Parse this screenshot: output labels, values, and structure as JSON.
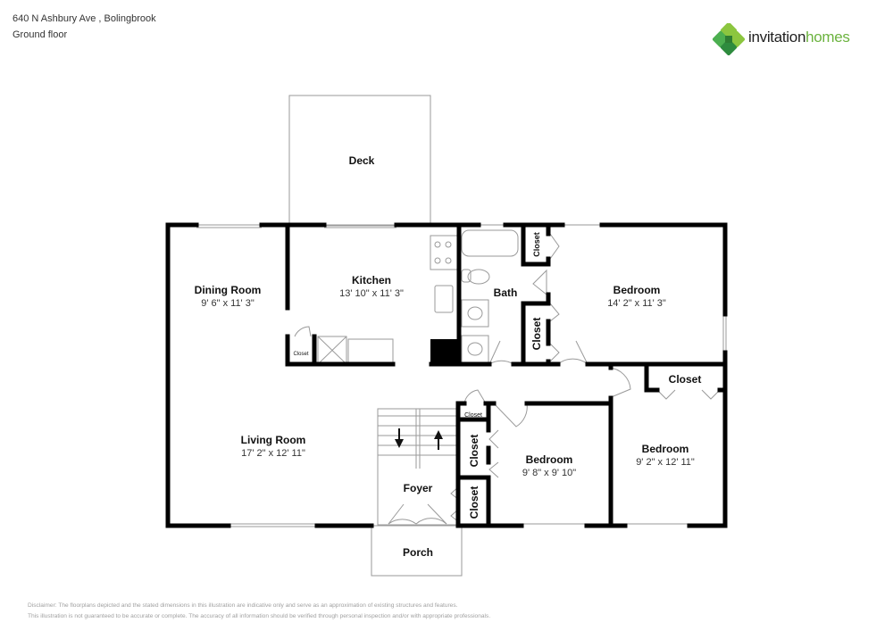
{
  "header": {
    "address": "640 N Ashbury Ave , Bolingbrook",
    "floor": "Ground floor"
  },
  "logo": {
    "word1": "invitation",
    "word2": "homes",
    "colors": {
      "dark": "#2e8b3e",
      "mid": "#4caf50",
      "light": "#8cc63f",
      "text": "#1f1f1f",
      "accent": "#6cb33f"
    }
  },
  "rooms": {
    "deck": {
      "name": "Deck"
    },
    "kitchen": {
      "name": "Kitchen",
      "dim": "13' 10\" x 11' 3\""
    },
    "dining": {
      "name": "Dining Room",
      "dim": "9' 6\" x 11' 3\""
    },
    "bath": {
      "name": "Bath"
    },
    "master": {
      "name": "Bedroom",
      "dim": "14' 2\" x 11' 3\""
    },
    "living": {
      "name": "Living Room",
      "dim": "17' 2\" x 12' 11\""
    },
    "bed2": {
      "name": "Bedroom",
      "dim": "9' 8\" x 9' 10\""
    },
    "bed3": {
      "name": "Bedroom",
      "dim": "9' 2\" x 12' 11\""
    },
    "foyer": {
      "name": "Foyer"
    },
    "porch": {
      "name": "Porch"
    },
    "closets": {
      "kitchen": "Closet",
      "bath_top": "Closet",
      "bath_bottom": "Closet",
      "hall": "Closet",
      "bed2_top": "Closet",
      "bed2_bottom": "Closet",
      "bed3": "Closet"
    }
  },
  "disclaimer": {
    "line1": "Disclaimer: The floorplans depicted and the stated dimensions in this illustration are indicative only and serve as an approximation of existing structures and features.",
    "line2": "This illustration is not guaranteed to be accurate or complete. The accuracy of all information should be verified through personal inspection and/or with appropriate professionals."
  }
}
